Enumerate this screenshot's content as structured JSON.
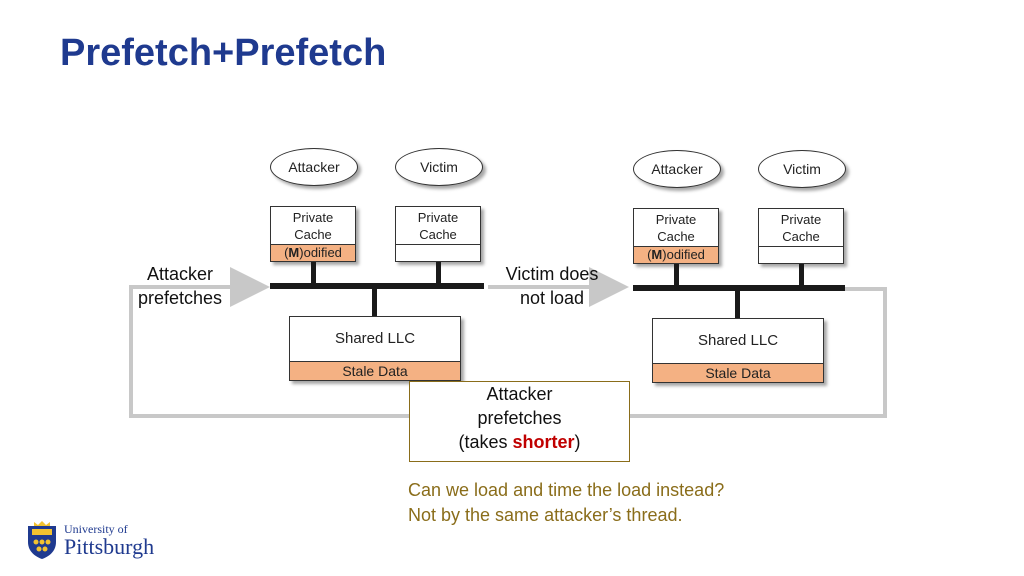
{
  "title": "Prefetch+Prefetch",
  "left_scene": {
    "attacker": "Attacker",
    "victim": "Victim",
    "attacker_cache_line1": "Private",
    "attacker_cache_line2": "Cache",
    "attacker_cache_state_bold": "M",
    "attacker_cache_state_rest": ")odified",
    "attacker_cache_state_open": "(",
    "victim_cache_line1": "Private",
    "victim_cache_line2": "Cache",
    "llc_label": "Shared LLC",
    "llc_data": "Stale Data"
  },
  "right_scene": {
    "attacker": "Attacker",
    "victim": "Victim",
    "attacker_cache_line1": "Private",
    "attacker_cache_line2": "Cache",
    "attacker_cache_state_bold": "M",
    "attacker_cache_state_rest": ")odified",
    "attacker_cache_state_open": "(",
    "victim_cache_line1": "Private",
    "victim_cache_line2": "Cache",
    "llc_label": "Shared LLC",
    "llc_data": "Stale Data"
  },
  "step_left": {
    "line1": "Attacker",
    "line2": "prefetches"
  },
  "step_middle": {
    "line1": "Victim does",
    "line2": "not load"
  },
  "step_bottom": {
    "line1": "Attacker",
    "line2": "prefetches",
    "line3_pre": "(takes ",
    "line3_highlight": "shorter",
    "line3_post": ")"
  },
  "question": {
    "line1": "Can we load and time the load instead?",
    "line2": "Not by the same attacker’s thread."
  },
  "logo": {
    "line1": "University of",
    "line2": "Pittsburgh"
  },
  "colors": {
    "title": "#1f3a8f",
    "modified": "#f4b183",
    "highlight": "#c00000",
    "question": "#8a6d1a",
    "arrow": "#c8c8c8"
  }
}
